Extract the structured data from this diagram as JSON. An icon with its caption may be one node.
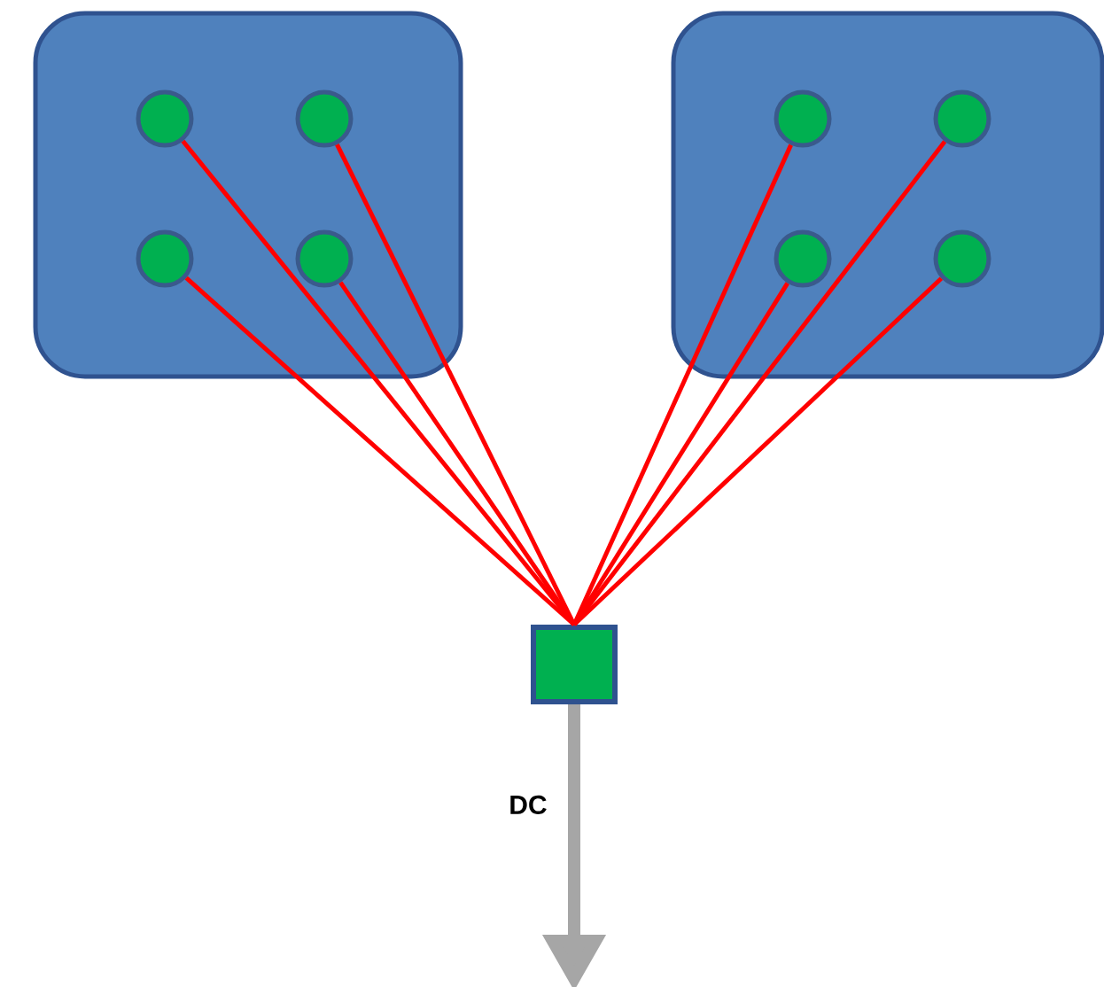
{
  "diagram": {
    "nodes": [
      {
        "text": [],
        "shape": "box"
      },
      {
        "text": [],
        "shape": "box"
      },
      {
        "text": [],
        "shape": "circle",
        "in": 0
      },
      {
        "text": [],
        "shape": "circle",
        "in": 0
      },
      {
        "text": [],
        "shape": "circle",
        "in": 0
      },
      {
        "text": [],
        "shape": "circle",
        "in": 0
      },
      {
        "text": [],
        "shape": "circle",
        "in": 1
      },
      {
        "text": [],
        "shape": "circle",
        "in": 1
      },
      {
        "text": [],
        "shape": "circle",
        "in": 1
      },
      {
        "text": [],
        "shape": "circle",
        "in": 1
      },
      {
        "text": [],
        "shape": "box"
      }
    ],
    "edges": [
      {
        "from": 2,
        "to": 10,
        "arrow": "none"
      },
      {
        "from": 3,
        "to": 10,
        "arrow": "none"
      },
      {
        "from": 4,
        "to": 10,
        "arrow": "none"
      },
      {
        "from": 5,
        "to": 10,
        "arrow": "none"
      },
      {
        "from": 6,
        "to": 10,
        "arrow": "none"
      },
      {
        "from": 7,
        "to": 10,
        "arrow": "none"
      },
      {
        "from": 8,
        "to": 10,
        "arrow": "none"
      },
      {
        "from": 9,
        "to": 10,
        "arrow": "none"
      },
      {
        "from": 10,
        "to": null,
        "arrow": "to",
        "label": "DC",
        "style": "thick",
        "color": "#a6a6a6"
      }
    ]
  }
}
